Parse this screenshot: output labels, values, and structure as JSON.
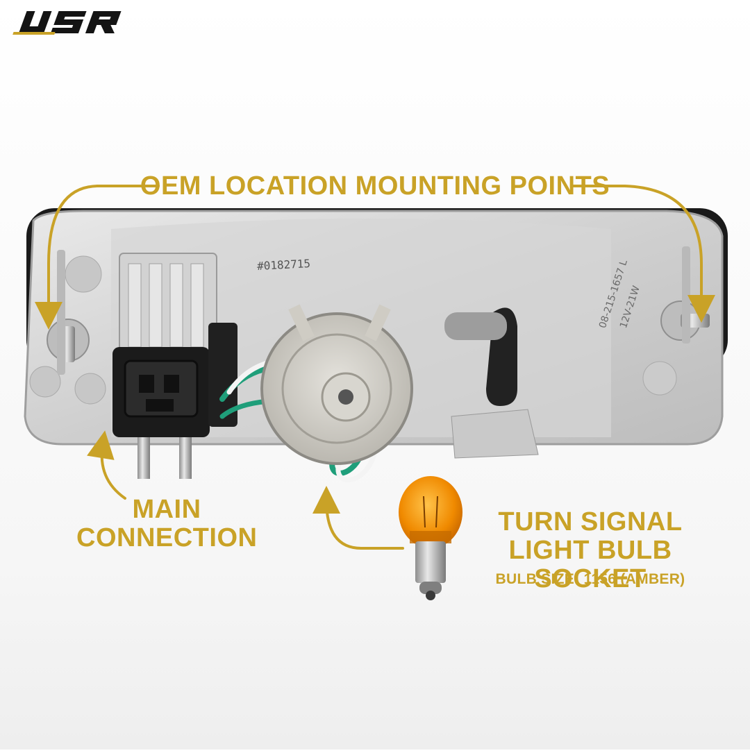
{
  "brand": {
    "logo_text": "USR"
  },
  "callouts": {
    "mounting_points": "OEM LOCATION MOUNTING POINTS",
    "main_connection": [
      "MAIN",
      "CONNECTION"
    ],
    "socket_title": [
      "TURN SIGNAL",
      "LIGHT BULB SOCKET"
    ],
    "bulb_size": "BULB SIZE: 1156 (AMBER)"
  },
  "housing_markings": {
    "part_sticker": "#0182715",
    "part_number": "08-215-1657 L",
    "voltage": "12V-21W"
  },
  "colors": {
    "accent_gold": "#c9a227",
    "bulb_amber": "#f08a00",
    "wire_green": "#1f9e7a"
  }
}
